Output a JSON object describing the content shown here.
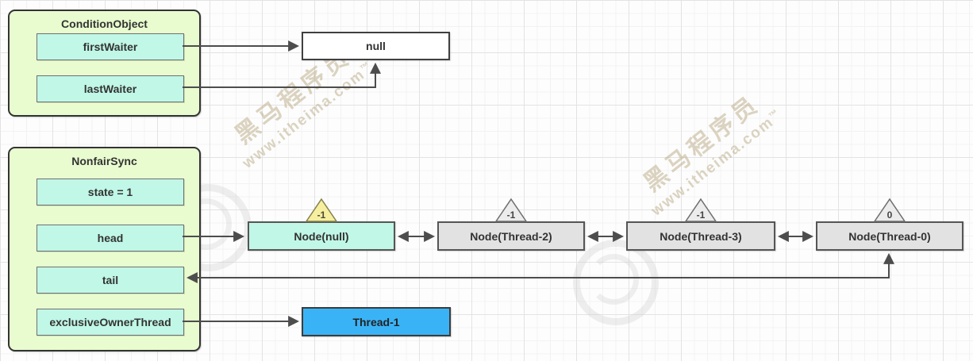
{
  "watermark": {
    "brand": "黑马程序员",
    "site": "www.itheima.com",
    "tm": "™"
  },
  "condition_object": {
    "title": "ConditionObject",
    "fields": [
      "firstWaiter",
      "lastWaiter"
    ]
  },
  "null_ref": {
    "label": "null"
  },
  "nonfair_sync": {
    "title": "NonfairSync",
    "fields": [
      "state = 1",
      "head",
      "tail",
      "exclusiveOwnerThread"
    ]
  },
  "queue_nodes": [
    {
      "label": "Node(null)",
      "wait_status": "-1"
    },
    {
      "label": "Node(Thread-2)",
      "wait_status": "-1"
    },
    {
      "label": "Node(Thread-3)",
      "wait_status": "-1"
    },
    {
      "label": "Node(Thread-0)",
      "wait_status": "0"
    }
  ],
  "owner_thread": {
    "label": "Thread-1"
  },
  "colors": {
    "container_fill": "#e9fccf",
    "field_fill": "#c0f7e6",
    "node_gray_fill": "#e2e2e2",
    "triangle_yellow_fill": "#f6ef9f",
    "triangle_gray_fill": "#ececec",
    "thread_blue": "#3ab3f6",
    "arrow": "#4d4d4d",
    "border_dark": "#333333"
  }
}
